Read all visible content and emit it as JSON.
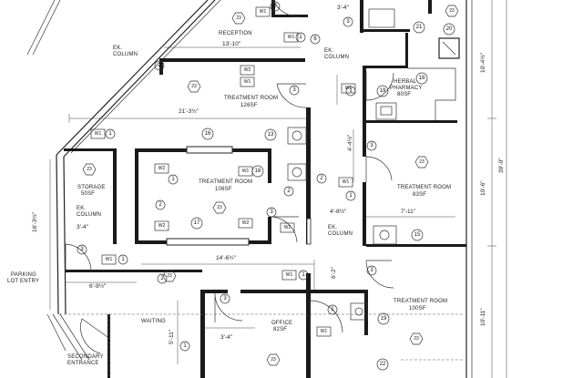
{
  "rooms": {
    "reception": "RECEPTION",
    "reception_dim": "13'-10\"",
    "ek_column_1": [
      "EK.",
      "COLUMN"
    ],
    "ek_column_2": [
      "EK.",
      "COLUMN"
    ],
    "ek_column_3": [
      "EK.",
      "COLUMN"
    ],
    "ek_column_4": [
      "EK.",
      "COLUMN"
    ],
    "treatment_1": [
      "TREATMENT ROOM",
      "126SF"
    ],
    "treatment_2": [
      "TREATMENT ROOM",
      "106SF"
    ],
    "treatment_3": [
      "TREATMENT ROOM",
      "83SF"
    ],
    "treatment_4": [
      "TREATMENT ROOM",
      "100SF"
    ],
    "herbal": [
      "HERBAL",
      "PHARMACY",
      "80SF"
    ],
    "storage": [
      "STORAGE",
      "50SF"
    ],
    "office": [
      "OFFICE",
      "82SF"
    ],
    "waiting": "WAITING",
    "parking": [
      "PARKING",
      "LOT ENTRY"
    ],
    "secondary": [
      "SECONDARY",
      "ENTRANCE"
    ]
  },
  "dimensions": {
    "d1": "21'-3½\"",
    "d2": "3'-4\"",
    "d3": "14'-6½\"",
    "d4": "7'-11\"",
    "d5": "4'-8½\"",
    "d6": "6'-9½\"",
    "d7": "3'-4\"",
    "d8": "3'-4\"",
    "d9": "16'-3½\"",
    "d10": "10'-4½\"",
    "d11": "10'-6\"",
    "d12": "39'-0\"",
    "d13": "10'-11\"",
    "d14": "5'-11\"",
    "d15": "6'-2\"",
    "d16": "4'-4½\""
  },
  "tags": {
    "n1": "1",
    "n2": "2",
    "n3": "3",
    "n6": "6",
    "n13": "13",
    "n15": "15",
    "n16": "16",
    "n17": "17",
    "n18": "18",
    "n19": "19",
    "n20": "20",
    "n21": "21",
    "n22": "22",
    "n23": "23",
    "w1": "W1",
    "w2": "W2"
  }
}
